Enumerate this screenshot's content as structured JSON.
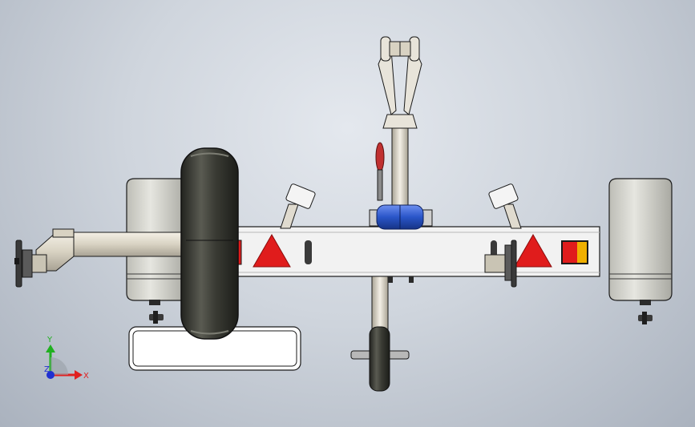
{
  "viewport": {
    "background_top": "#e4e8ee",
    "background_bottom": "#aab2be"
  },
  "model": {
    "frame_color": "#f2f2f2",
    "outline_color": "#1a1a1a",
    "tire_color": "#3a3a34",
    "fender_color": "#d8d8d2",
    "roller_color": "#2a55c8",
    "reflector_red": "#e01c1c",
    "lamp_amber": "#f0b000",
    "handle_red": "#c03030"
  },
  "triad": {
    "x_label": "X",
    "y_label": "Y",
    "z_label": "Z",
    "x_color": "#e02020",
    "y_color": "#20b020",
    "z_color": "#2030d0"
  }
}
